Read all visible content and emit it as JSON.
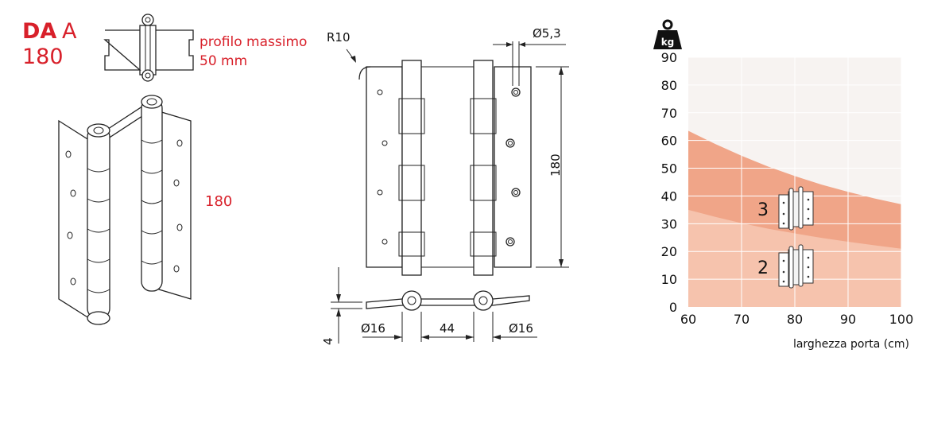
{
  "header": {
    "brand_bold": "DA",
    "brand_letter": "A",
    "size": "180",
    "profile_text_line1": "profilo massimo",
    "profile_text_line2": "50 mm"
  },
  "hinge_3d": {
    "height_label": "180"
  },
  "technical_drawing": {
    "radius_label": "R10",
    "hole_label": "Ø5,3",
    "height_label": "180",
    "thickness_label": "4",
    "left_knuckle_label": "Ø16",
    "center_distance_label": "44",
    "right_knuckle_label": "Ø16"
  },
  "chart_data": {
    "type": "area",
    "icon": "weight-kg-icon",
    "icon_text": "kg",
    "xlabel": "larghezza porta (cm)",
    "ylabel": "",
    "xlim": [
      60,
      100
    ],
    "ylim": [
      0,
      90
    ],
    "x_ticks": [
      "60",
      "70",
      "80",
      "90",
      "100"
    ],
    "y_ticks": [
      "0",
      "10",
      "20",
      "30",
      "40",
      "50",
      "60",
      "70",
      "80",
      "90"
    ],
    "grid": true,
    "series": [
      {
        "name": "2",
        "color": "#f6c3ad",
        "x": [
          60,
          65,
          70,
          75,
          80,
          85,
          90,
          95,
          100
        ],
        "y": [
          35,
          32.5,
          30.2,
          28.2,
          26.5,
          24.9,
          23.5,
          22.2,
          21
        ]
      },
      {
        "name": "3",
        "color": "#f0a588",
        "x": [
          60,
          65,
          70,
          75,
          80,
          85,
          90,
          95,
          100
        ],
        "y": [
          63.5,
          58.8,
          54.5,
          50.6,
          47.2,
          44.1,
          41.5,
          39.1,
          37
        ]
      }
    ],
    "colors": {
      "background": "#f7f3f1",
      "band_lower": "#f6c3ad",
      "band_upper": "#f0a588"
    }
  }
}
